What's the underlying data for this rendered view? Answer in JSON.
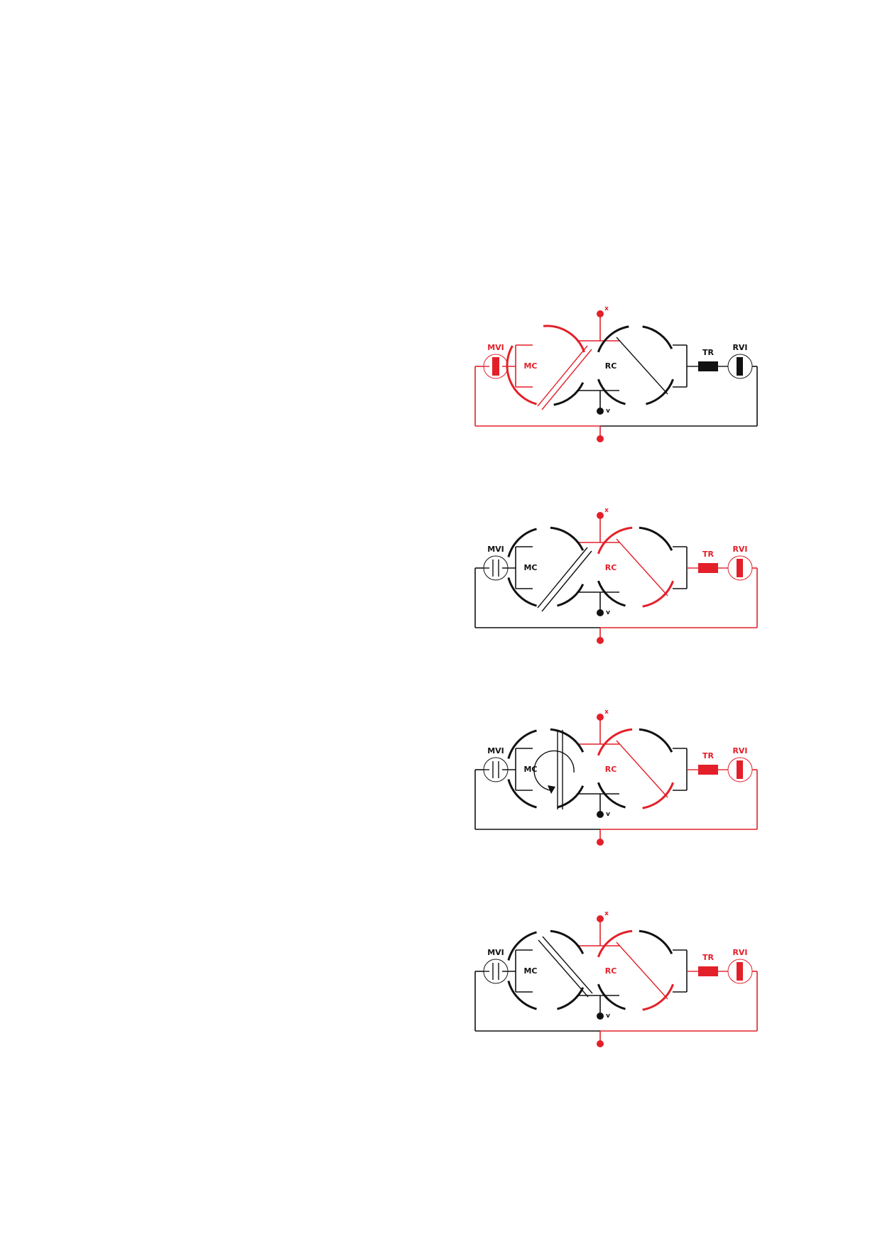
{
  "colors": {
    "active": "#e3202a",
    "inactive": "#111111",
    "background": "#ffffff"
  },
  "diagrams": [
    {
      "id": "state-1",
      "labels": {
        "mvi": "MVI",
        "mc": "MC",
        "rc": "RC",
        "tr": "TR",
        "rvi": "RVI",
        "x": "x",
        "v": "v"
      },
      "active": [
        "left-loop",
        "mc",
        "mvi"
      ],
      "mvi_symbol": "valve-closed",
      "mc_mode": "diagonal-forward",
      "rc_mode": "diagonal-back"
    },
    {
      "id": "state-2",
      "labels": {
        "mvi": "MVI",
        "mc": "MC",
        "rc": "RC",
        "tr": "TR",
        "rvi": "RVI",
        "x": "x",
        "v": "v"
      },
      "active": [
        "right-loop",
        "rc",
        "tr",
        "rvi"
      ],
      "mvi_symbol": "valve-open",
      "mc_mode": "diagonal-forward",
      "rc_mode": "diagonal-back"
    },
    {
      "id": "state-3",
      "labels": {
        "mvi": "MVI",
        "mc": "MC",
        "rc": "RC",
        "tr": "TR",
        "rvi": "RVI",
        "x": "x",
        "v": "v"
      },
      "active": [
        "right-loop",
        "rc",
        "tr",
        "rvi"
      ],
      "mvi_symbol": "valve-open",
      "mc_mode": "rotating",
      "rc_mode": "diagonal-back"
    },
    {
      "id": "state-4",
      "labels": {
        "mvi": "MVI",
        "mc": "MC",
        "rc": "RC",
        "tr": "TR",
        "rvi": "RVI",
        "x": "x",
        "v": "v"
      },
      "active": [
        "right-loop",
        "rc",
        "tr",
        "rvi"
      ],
      "mvi_symbol": "valve-open",
      "mc_mode": "diagonal-back",
      "rc_mode": "diagonal-back"
    }
  ]
}
